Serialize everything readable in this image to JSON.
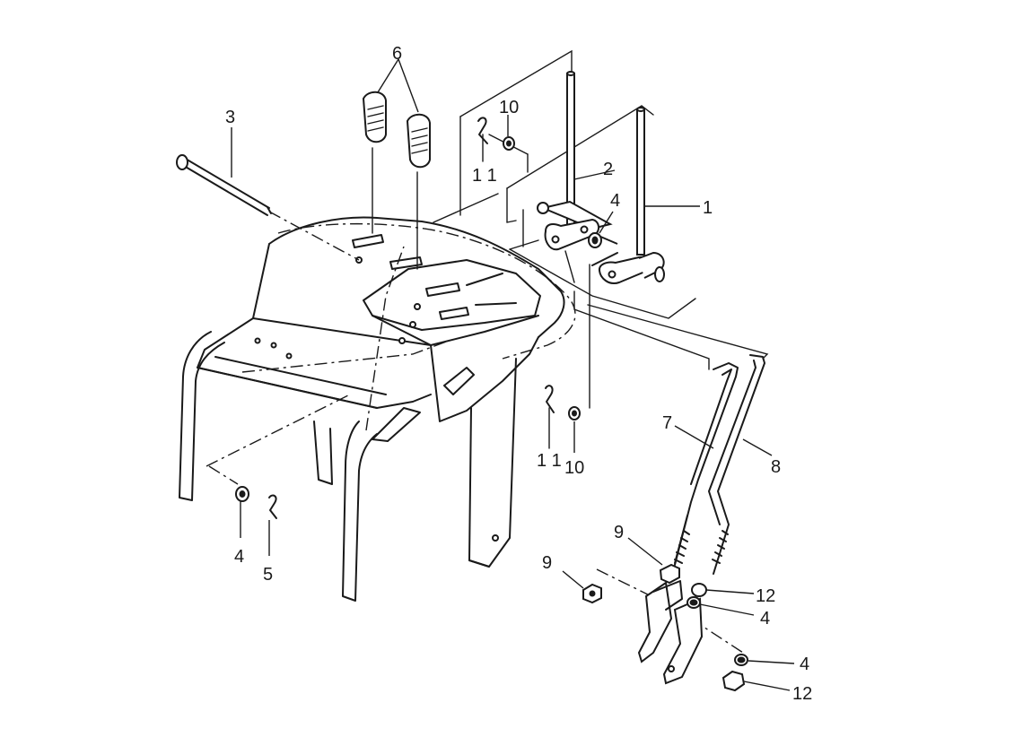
{
  "callouts": {
    "c1": "1",
    "c2": "2",
    "c3": "3",
    "c4a": "4",
    "c4b": "4",
    "c4c": "4",
    "c4d": "4",
    "c5": "5",
    "c6": "6",
    "c7": "7",
    "c8": "8",
    "c9a": "9",
    "c9b": "9",
    "c10a": "10",
    "c10b": "10",
    "c11a": "1 1",
    "c11b": "1 1",
    "c12a": "12",
    "c12b": "12"
  }
}
